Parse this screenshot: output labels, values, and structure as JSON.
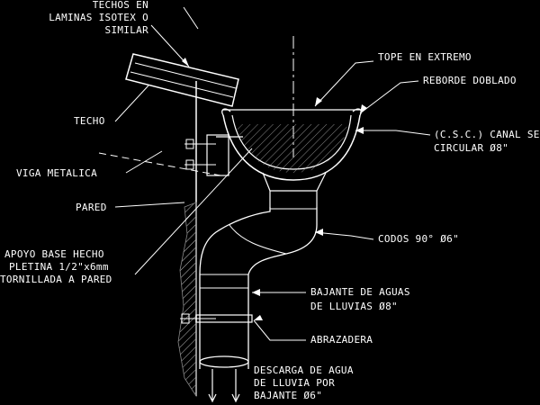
{
  "labels": {
    "techos_line1": "TECHOS EN",
    "techos_line2": "LAMINAS ISOTEX O",
    "techos_line3": "SIMILAR",
    "techo": "TECHO",
    "viga": "VIGA METALICA",
    "pared": "PARED",
    "apoyo_line1": "APOYO BASE HECHO",
    "apoyo_line2": "PLETINA 1/2\"x6mm",
    "apoyo_line3": "TORNILLADA A PARED",
    "tope": "TOPE EN EXTREMO",
    "reborde": "REBORDE DOBLADO",
    "canal_line1": "(C.S.C.) CANAL SE",
    "canal_line2": "CIRCULAR Ø8\"",
    "codos": "CODOS 90° Ø6\"",
    "bajante_line1": "BAJANTE DE AGUAS",
    "bajante_line2": "DE LLUVIAS Ø8\"",
    "abrazadera": "ABRAZADERA",
    "descarga_line1": "DESCARGA DE AGUA",
    "descarga_line2": "DE LLUVIA POR",
    "descarga_line3": "BAJANTE Ø6\""
  },
  "colors": {
    "background": "#000000",
    "lines": "#ffffff",
    "text": "#ffffff"
  }
}
